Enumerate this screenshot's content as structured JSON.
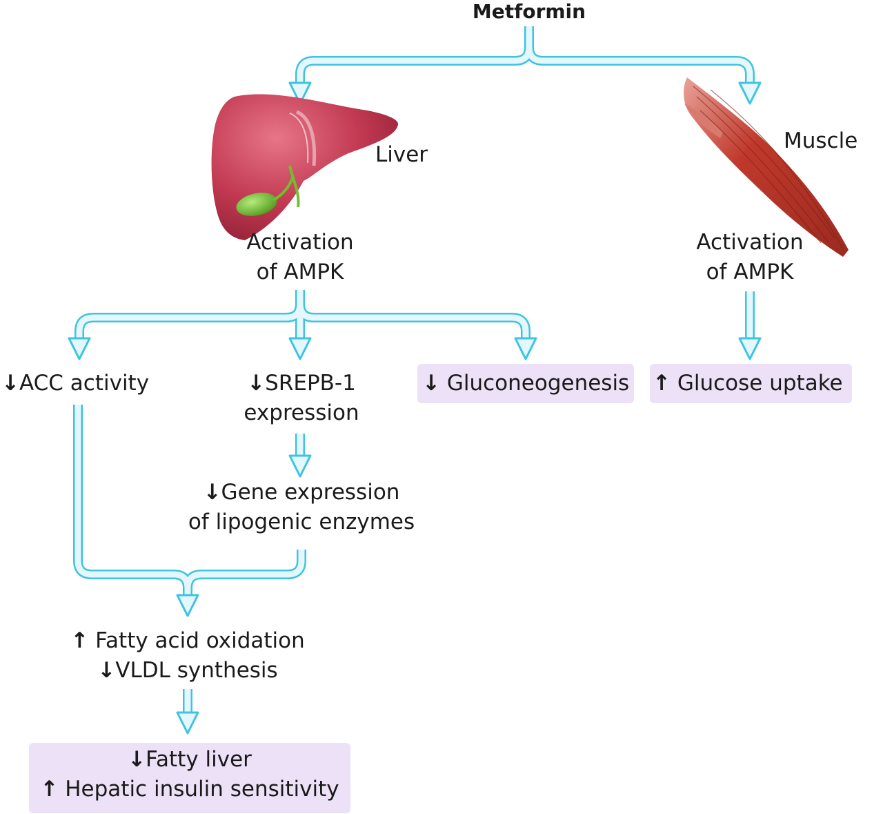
{
  "title": "Metformin",
  "organs": {
    "liver": "Liver",
    "muscle": "Muscle"
  },
  "liver_ampk": [
    "Activation",
    "of AMPK"
  ],
  "muscle_ampk": [
    "Activation",
    "of AMPK"
  ],
  "effects": {
    "acc": {
      "arrow": "↓",
      "text": "ACC activity"
    },
    "srebp": {
      "arrow": "↓",
      "line1": "SREPB-1",
      "line2": "expression"
    },
    "gluconeogenesis": {
      "arrow": "↓",
      "text": "Gluconeogenesis"
    },
    "glucose_uptake": {
      "arrow": "↑",
      "text": "Glucose uptake"
    },
    "gene_expression": {
      "arrow": "↓",
      "line1": "Gene expression",
      "line2": "of lipogenic enzymes"
    },
    "fatty_acid": {
      "arrow": "↑",
      "text": "Fatty acid oxidation"
    },
    "vldl": {
      "arrow": "↓",
      "text": "VLDL synthesis"
    },
    "fatty_liver": {
      "arrow": "↓",
      "text": "Fatty liver"
    },
    "insulin_sensitivity": {
      "arrow": "↑",
      "text": "Hepatic insulin sensitivity"
    }
  },
  "colors": {
    "arrow_stroke": "#3ec3e0",
    "arrow_fill": "#e4f7fc",
    "highlight_box": "#ece1f7",
    "liver": "#c23a52",
    "gallbladder": "#6fbf2e",
    "muscle": "#c0392b"
  }
}
